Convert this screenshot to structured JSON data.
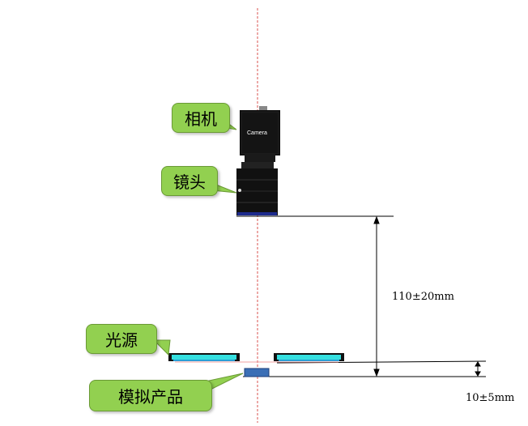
{
  "labels": {
    "camera": "相机",
    "lens": "镜头",
    "light_source": "光源",
    "product": "模拟产品"
  },
  "camera_body_text": "Camera",
  "dimensions": {
    "working_distance": "110±20mm",
    "light_height": "10±5mm"
  },
  "colors": {
    "callout_fill": "#92d050",
    "axis_line": "#d9534f",
    "light_glow": "#35e0e0",
    "product_fill": "#3b6fb6"
  }
}
